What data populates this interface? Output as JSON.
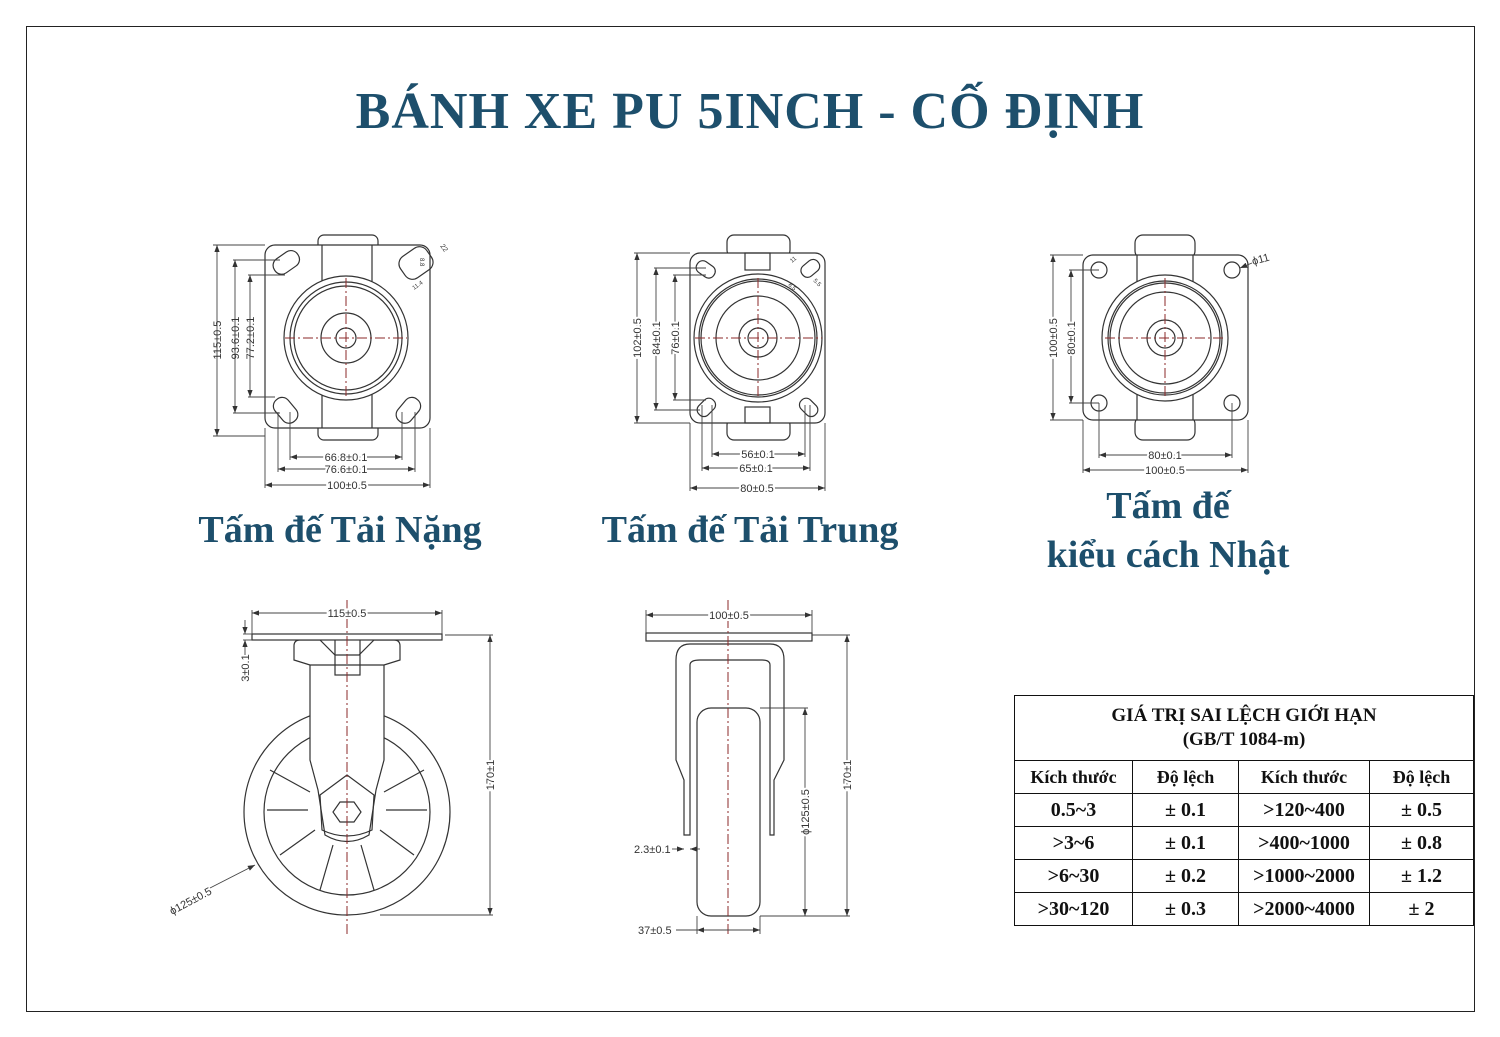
{
  "title": "BÁNH XE PU 5INCH - CỐ ĐỊNH",
  "plates": {
    "heavy": {
      "caption": "Tấm đế Tải Nặng",
      "dims": {
        "h_outer": "115±0.5",
        "h_mid": "93.6±0.1",
        "h_inner": "77.2±0.1",
        "w_inner": "66.8±0.1",
        "w_mid": "76.6±0.1",
        "w_outer": "100±0.5",
        "slot_len": "22",
        "slot_c": "8.8",
        "slot_w": "11.4"
      }
    },
    "medium": {
      "caption": "Tấm đế Tải Trung",
      "dims": {
        "h_outer": "102±0.5",
        "h_mid": "84±0.1",
        "h_inner": "76±0.1",
        "w_inner": "56±0.1",
        "w_mid": "65±0.1",
        "w_outer": "80±0.5",
        "slot_len": "11",
        "slot_c": "8.5",
        "slot_w": "5.5"
      }
    },
    "japanese": {
      "caption_line1": "Tấm đế",
      "caption_line2": "kiểu cách Nhật",
      "dims": {
        "h_outer": "100±0.5",
        "h_inner": "80±0.1",
        "w_inner": "80±0.1",
        "w_outer": "100±0.5",
        "hole": "ϕ11"
      }
    }
  },
  "side_view": {
    "plate_width": "115±0.5",
    "plate_thickness": "3±0.1",
    "height": "170±1",
    "wheel_dia": "ϕ125±0.5"
  },
  "front_view": {
    "plate_width": "100±0.5",
    "height": "170±1",
    "wheel_dia": "ϕ125±0.5",
    "fork_thickness": "2.3±0.1",
    "wheel_width": "37±0.5"
  },
  "tolerance_table": {
    "title_line1": "GIÁ TRỊ SAI LỆCH GIỚI HẠN",
    "title_line2": "(GB/T 1084-m)",
    "headers": [
      "Kích thước",
      "Độ lệch",
      "Kích thước",
      "Độ lệch"
    ],
    "rows": [
      [
        "0.5~3",
        "± 0.1",
        ">120~400",
        "± 0.5"
      ],
      [
        ">3~6",
        "± 0.1",
        ">400~1000",
        "± 0.8"
      ],
      [
        ">6~30",
        "± 0.2",
        ">1000~2000",
        "± 1.2"
      ],
      [
        ">30~120",
        "± 0.3",
        ">2000~4000",
        "±  2"
      ]
    ]
  }
}
